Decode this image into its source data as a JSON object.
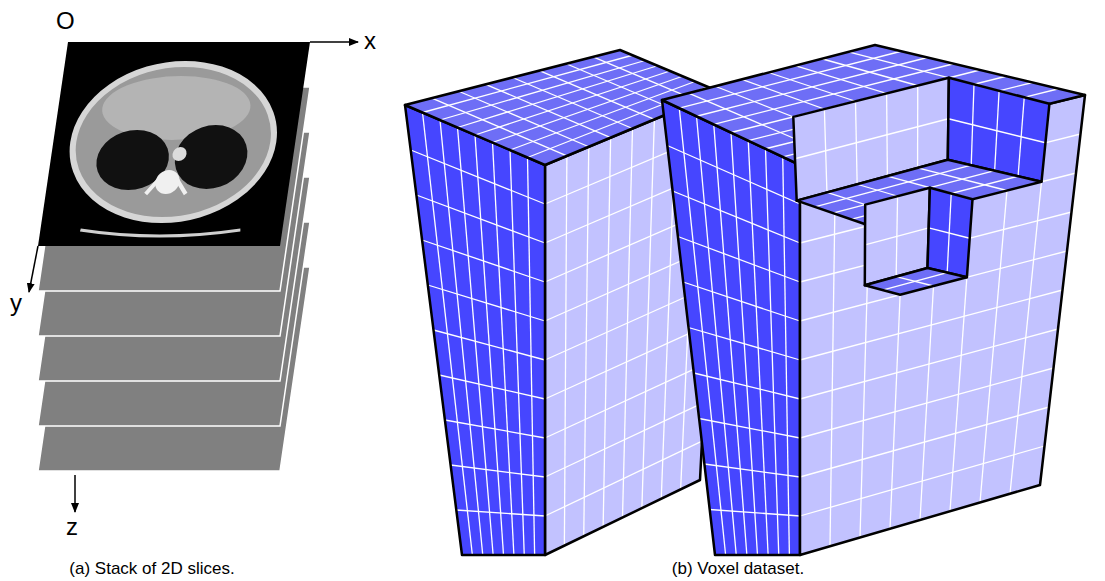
{
  "diagram": {
    "labels": [
      "O",
      "x",
      "y",
      "z",
      "(a) Stack of 2D slices.",
      "(b) Voxel dataset."
    ]
  }
}
